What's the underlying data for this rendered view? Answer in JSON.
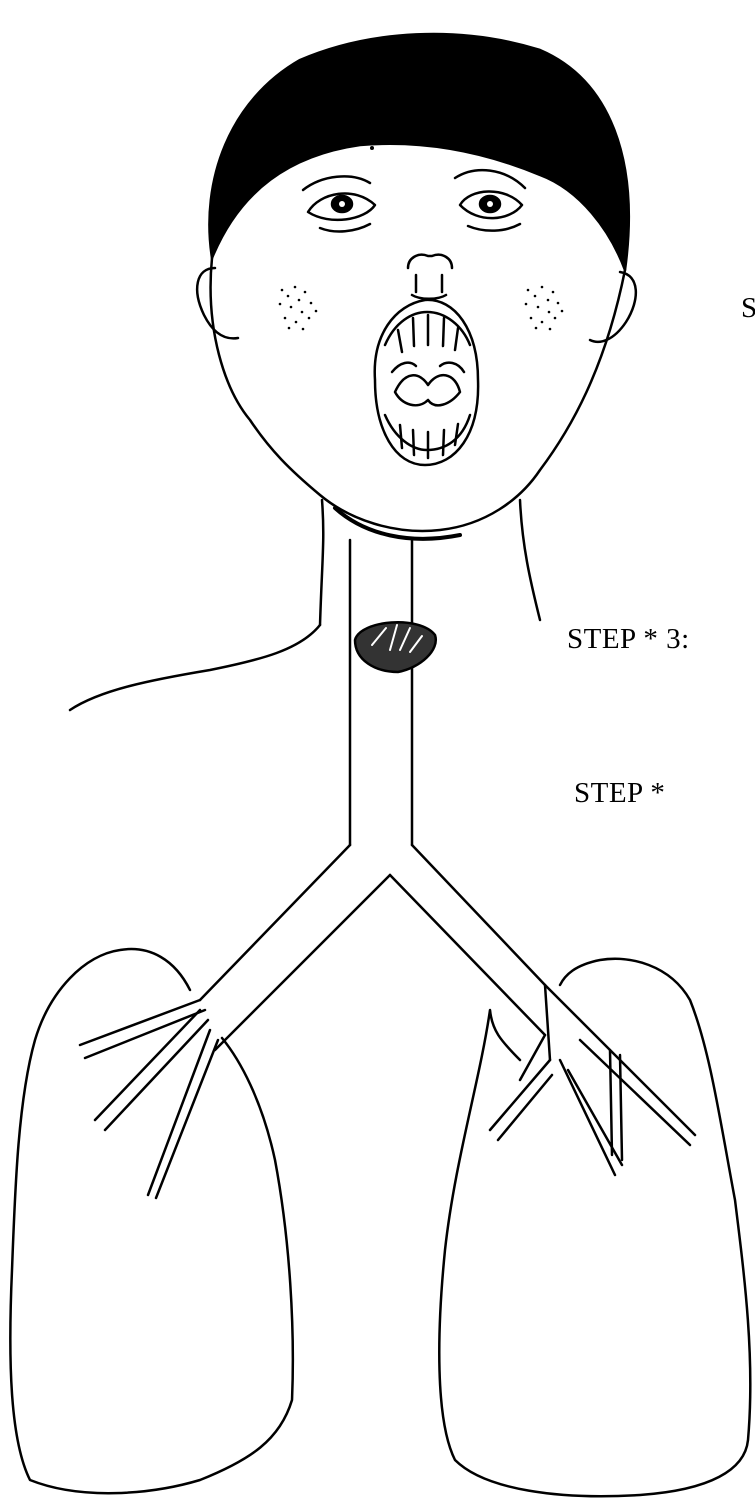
{
  "labels": {
    "step_top_partial": "S",
    "step_3": "STEP * 3:",
    "step_partial": "STEP *"
  },
  "colors": {
    "line": "#000000",
    "hair": "#000000",
    "background": "#ffffff",
    "food_bolus": "#333333"
  },
  "figure": {
    "icon_names": [
      "head-outline",
      "hair-shape",
      "eyes",
      "nose",
      "open-mouth",
      "cheek-blush",
      "neck",
      "trachea",
      "food-bolus",
      "shoulder-line",
      "bronchi",
      "lungs"
    ]
  }
}
